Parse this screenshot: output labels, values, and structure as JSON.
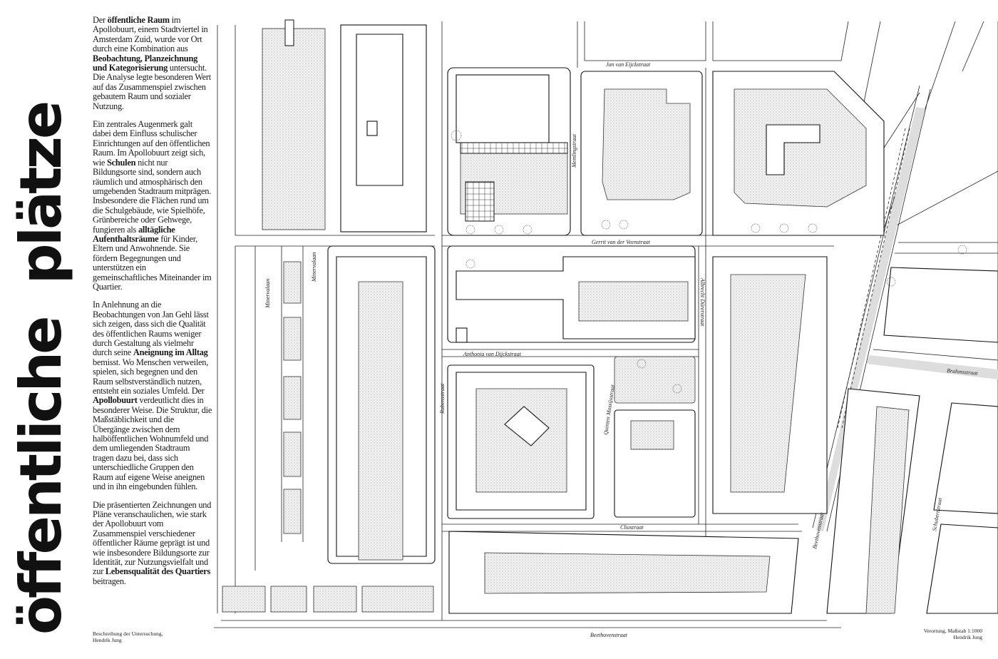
{
  "title": {
    "word1": "öffentliche",
    "word2": "plätze"
  },
  "paragraphs": [
    [
      {
        "t": "Der "
      },
      {
        "t": "öffentliche Raum",
        "b": true
      },
      {
        "t": " im Apollobuurt, einem Stadtviertel in Amsterdam Zuid, wurde vor Ort durch eine Kombination aus "
      },
      {
        "t": "Beobachtung, Planzeichnung und Kategorisierung",
        "b": true
      },
      {
        "t": " untersucht. Die Analyse legte besonderen Wert auf das Zusammenspiel zwischen gebautem Raum und sozialer Nutzung."
      }
    ],
    [
      {
        "t": "Ein zentrales Augenmerk galt dabei dem Einfluss schulischer Einrichtungen auf den öffentlichen Raum. Im Apollobuurt zeigt sich, wie "
      },
      {
        "t": "Schulen",
        "b": true
      },
      {
        "t": " nicht nur Bildungsorte sind, sondern auch räumlich und atmosphärisch den umgebenden Stadtraum mitprägen. Insbesondere die Flächen rund um die Schulgebäude, wie Spielhöfe, Grünbereiche oder Gehwege, fungieren als "
      },
      {
        "t": "alltägliche Aufenthaltsräume",
        "b": true
      },
      {
        "t": " für Kinder, Eltern und Anwohnende. Sie fördern Begegnungen und unterstützen ein gemeinschaftliches Miteinander im Quartier."
      }
    ],
    [
      {
        "t": "In Anlehnung an die Beobachtungen von Jan Gehl lässt sich zeigen, dass sich die Qualität des öffentlichen Raums weniger durch Gestaltung als vielmehr durch seine "
      },
      {
        "t": "Aneignung im Alltag",
        "b": true
      },
      {
        "t": " bemisst. Wo Menschen verweilen, spielen, sich begegnen und den Raum selbstverständlich nutzen, entsteht ein soziales Umfeld. Der "
      },
      {
        "t": "Apollobuurt",
        "b": true
      },
      {
        "t": " verdeutlicht dies in besonderer Weise. Die Struktur, die Maßstäblichkeit und die Übergänge zwischen dem halböffentlichen Wohnumfeld und dem umliegenden Stadtraum tragen dazu bei, dass sich unterschiedliche Gruppen den Raum auf eigene Weise aneignen und in ihn eingebunden fühlen."
      }
    ],
    [
      {
        "t": "Die präsentierten Zeichnungen und Pläne veranschaulichen, wie stark der Apollobuurt vom Zusammenspiel verschiedener öffentlicher Räume geprägt ist und wie insbesondere Bildungsorte zur Identität, zur Nutzungsvielfalt und zur "
      },
      {
        "t": "Lebensqualität des Quartiers",
        "b": true
      },
      {
        "t": " beitragen."
      }
    ]
  ],
  "caption_left": {
    "line1": "Beschreibung der Untersuchung,",
    "line2": "Hendrik Jung"
  },
  "caption_right": {
    "line1": "Verortung, Maßstab 1:1000",
    "line2": "Hendrik Jung"
  },
  "streets": {
    "jan_van_eijck": "Jan van Eijckstraat",
    "memling": "Memlingstraat",
    "gerrit": "Gerrit van der Veenstraat",
    "durer": "Albrecht Dürerstraat",
    "anthonia": "Anthonia van Dijckstraat",
    "rubens": "Rubensstraat",
    "quinten": "Quinten Massijsstraat",
    "clio": "Cliostraat",
    "beethoven_east": "Beethovenstraat",
    "beethoven_south": "Beethovenstraat",
    "brahms": "Brahmsstraat",
    "schubert": "Schubertstraat",
    "minerva_1": "Minervalaan",
    "minerva_2": "Minervalaan"
  }
}
